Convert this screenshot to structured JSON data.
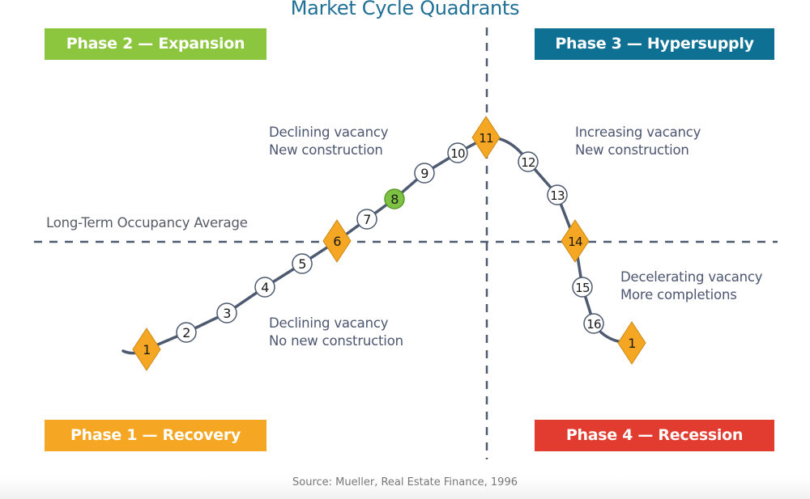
{
  "title": "Market Cycle Quadrants",
  "colors": {
    "title": "#1e6f95",
    "phase_expansion": "#8cc63f",
    "phase_hypersupply": "#0e7193",
    "phase_recovery": "#f5a623",
    "phase_recession": "#e23b30",
    "curve": "#4d5a70",
    "axis": "#4d5a70",
    "diamond_fill": "#f5a623",
    "highlight_fill": "#7dc242",
    "circle_fill": "#ffffff",
    "note_text": "#4c5670"
  },
  "phases": {
    "expansion": "Phase 2 — Expansion",
    "hypersupply": "Phase 3 — Hypersupply",
    "recovery": "Phase 1 — Recovery",
    "recession": "Phase 4 — Recession"
  },
  "notes": {
    "expansion": [
      "Declining vacancy",
      "New construction"
    ],
    "hypersupply": [
      "Increasing vacancy",
      "New construction"
    ],
    "recovery": [
      "Declining vacancy",
      "No new construction"
    ],
    "recession": [
      "Decelerating vacancy",
      "More completions"
    ]
  },
  "average_line_label": "Long-Term Occupancy Average",
  "source": "Source: Mueller, Real Estate Finance, 1996",
  "cycle_points": [
    {
      "label": "1",
      "marker": "diamond",
      "phase": "recovery"
    },
    {
      "label": "2",
      "marker": "circle",
      "phase": "recovery"
    },
    {
      "label": "3",
      "marker": "circle",
      "phase": "recovery"
    },
    {
      "label": "4",
      "marker": "circle",
      "phase": "recovery"
    },
    {
      "label": "5",
      "marker": "circle",
      "phase": "recovery"
    },
    {
      "label": "6",
      "marker": "diamond",
      "phase": "expansion"
    },
    {
      "label": "7",
      "marker": "circle",
      "phase": "expansion"
    },
    {
      "label": "8",
      "marker": "highlight",
      "phase": "expansion"
    },
    {
      "label": "9",
      "marker": "circle",
      "phase": "expansion"
    },
    {
      "label": "10",
      "marker": "circle",
      "phase": "expansion"
    },
    {
      "label": "11",
      "marker": "diamond",
      "phase": "hypersupply"
    },
    {
      "label": "12",
      "marker": "circle",
      "phase": "hypersupply"
    },
    {
      "label": "13",
      "marker": "circle",
      "phase": "hypersupply"
    },
    {
      "label": "14",
      "marker": "diamond",
      "phase": "recession"
    },
    {
      "label": "15",
      "marker": "circle",
      "phase": "recession"
    },
    {
      "label": "16",
      "marker": "circle",
      "phase": "recession"
    },
    {
      "label": "1",
      "marker": "diamond",
      "phase": "recession"
    }
  ]
}
